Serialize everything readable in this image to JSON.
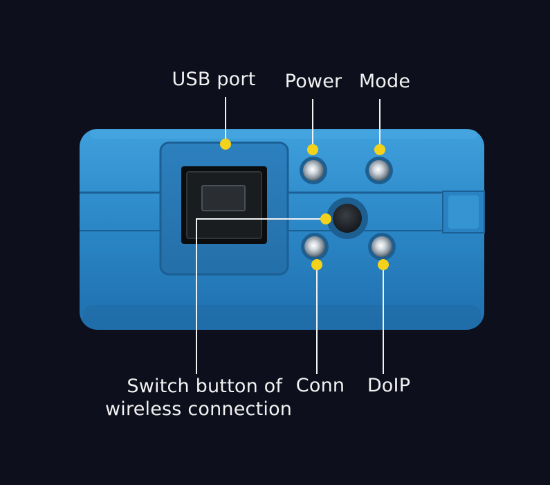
{
  "labels": {
    "usb_port": "USB port",
    "power": "Power",
    "mode": "Mode",
    "conn": "Conn",
    "doip": "DoIP",
    "switch_line1": "Switch button of",
    "switch_line2": "wireless connection"
  },
  "colors": {
    "background": "#0d0f1c",
    "device_blue": "#2f8fd0",
    "marker_yellow": "#f4d21c",
    "leader_line": "#f2f2f2"
  }
}
